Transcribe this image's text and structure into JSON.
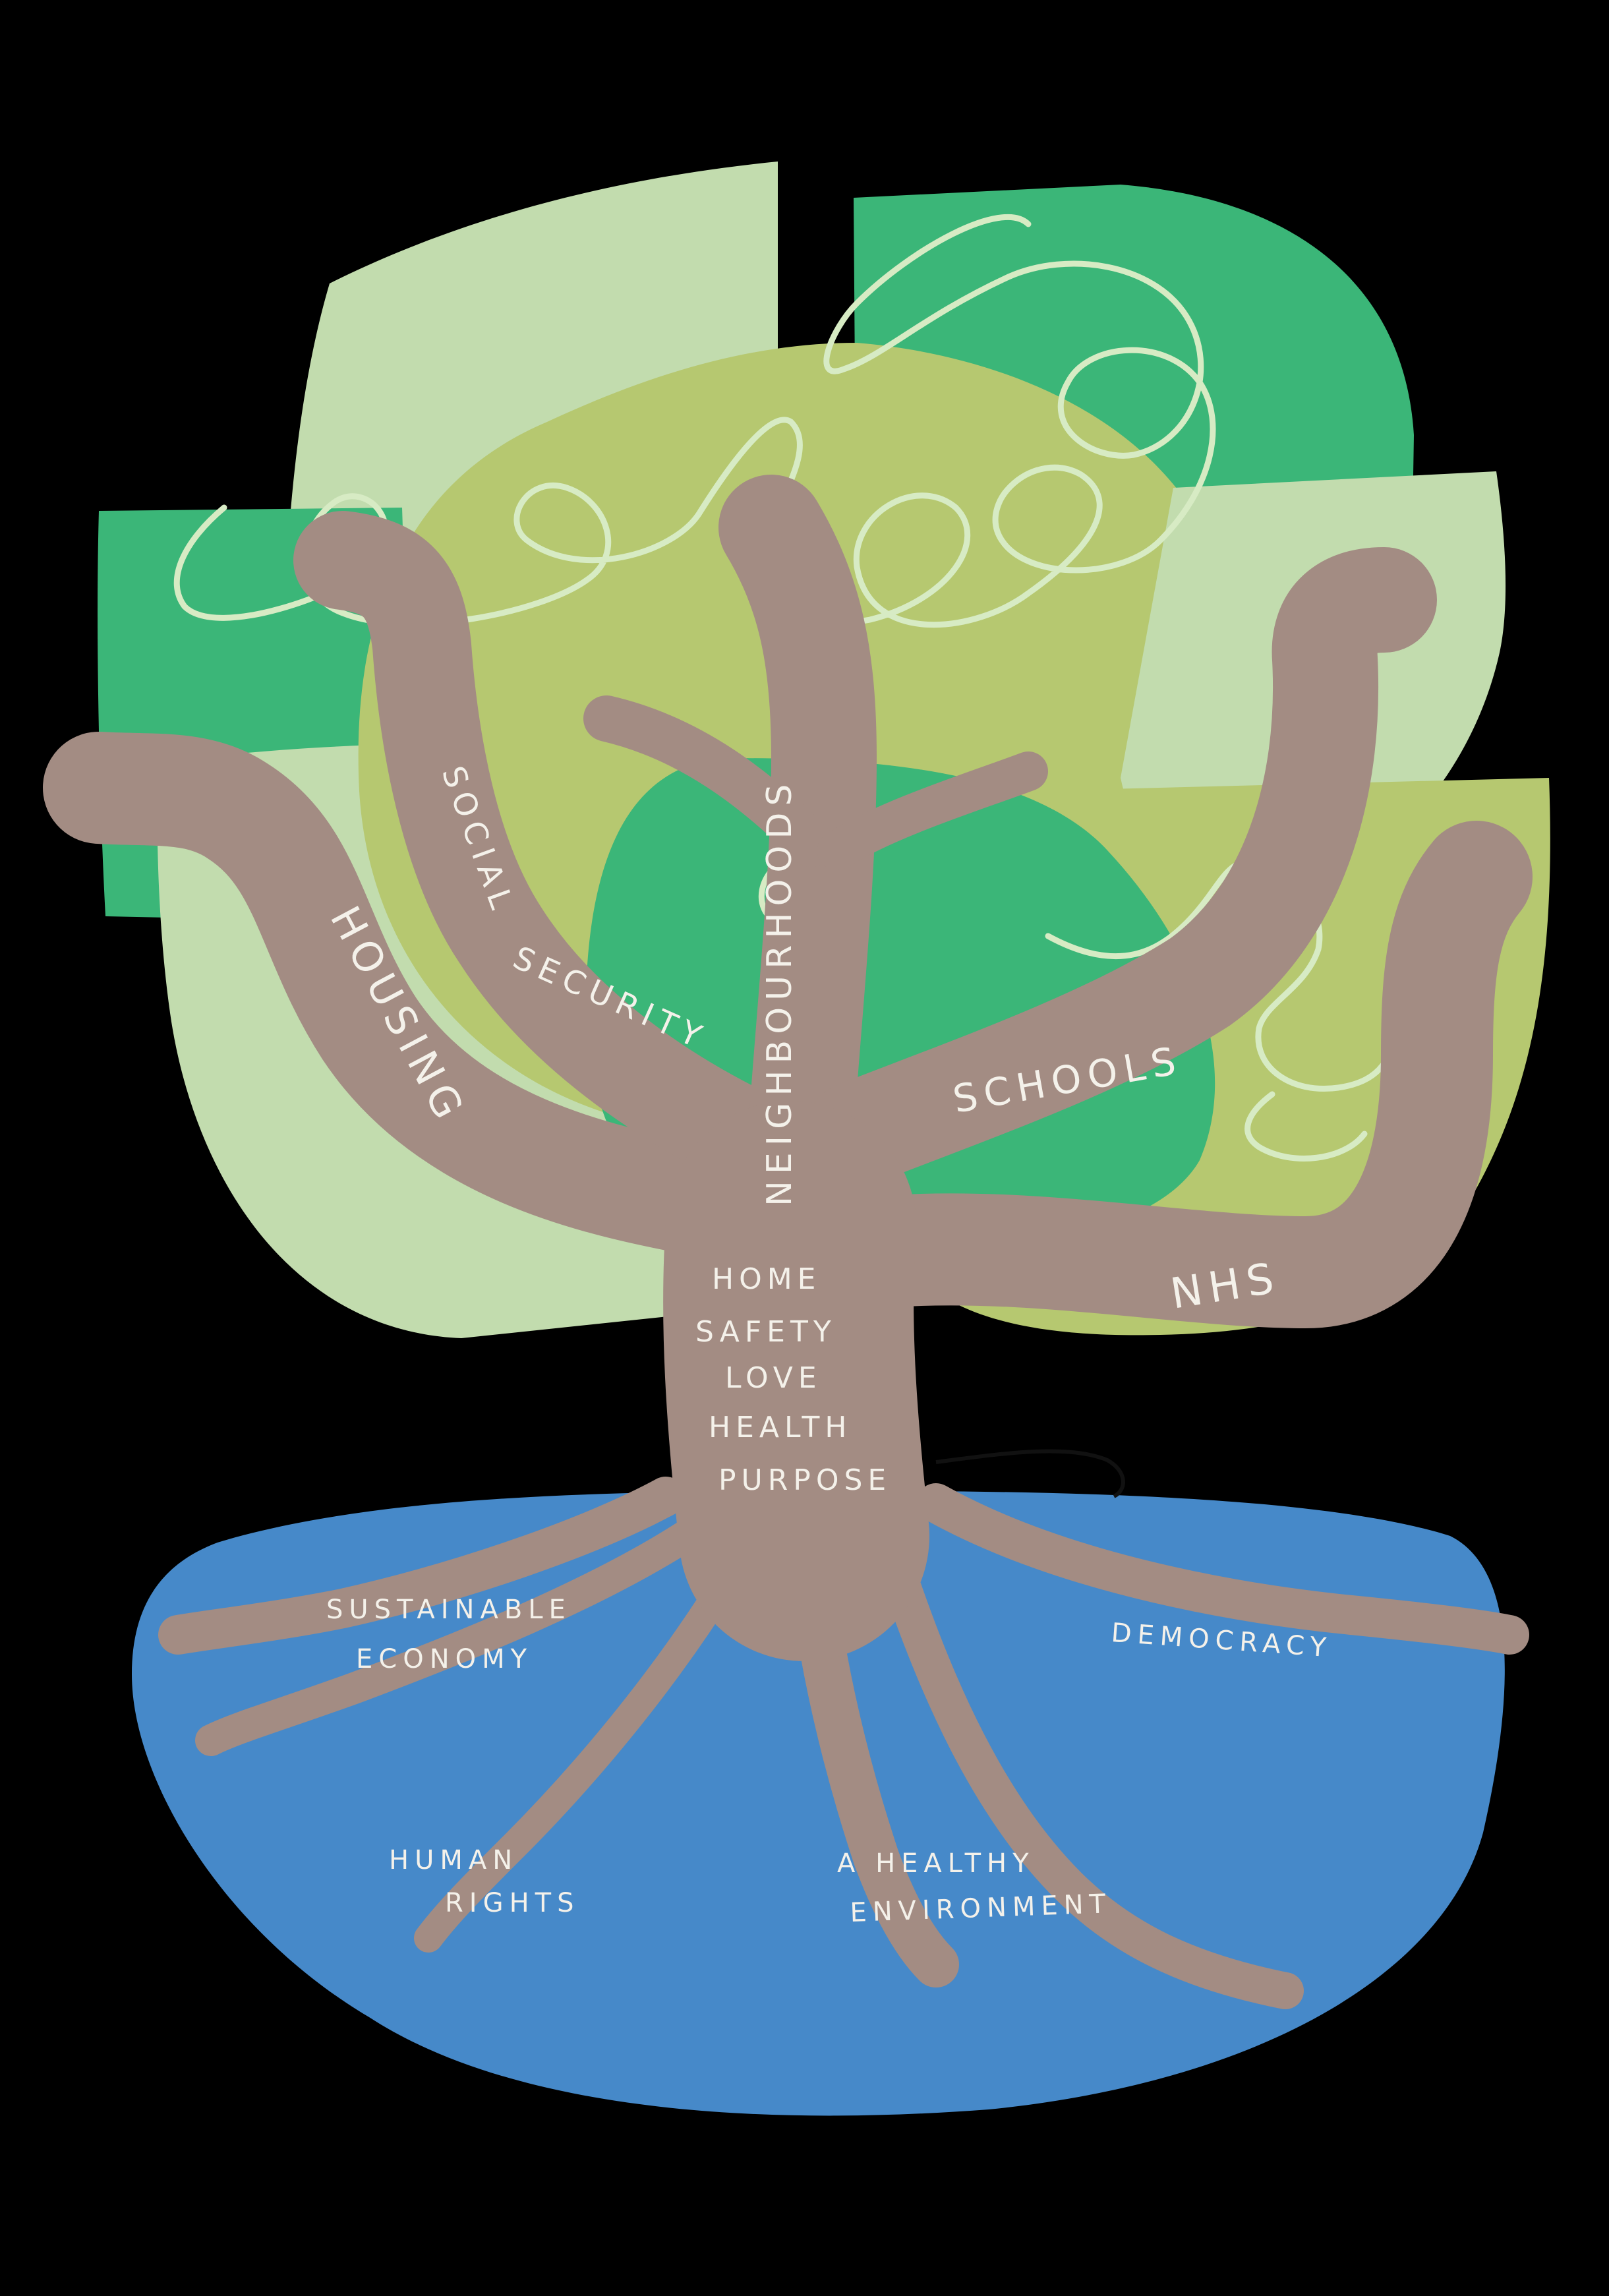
{
  "illustration": {
    "colors": {
      "background": "#000000",
      "canopy_light": "#c2dcae",
      "canopy_mid": "#3bb678",
      "canopy_olive": "#b6c870",
      "squiggle": "#d7ebc4",
      "trunk": "#a38c83",
      "water": "#4689c9",
      "text": "#f4f1ea"
    },
    "branches": {
      "housing": "HOUSING",
      "social": "SOCIAL",
      "security": "SECURITY",
      "neighbourhoods": "NEIGHBOURHOODS",
      "schools": "SCHOOLS",
      "nhs": "NHS"
    },
    "trunk_words": [
      "HOME",
      "SAFETY",
      "LOVE",
      "HEALTH",
      "PURPOSE"
    ],
    "roots": {
      "sustainable": "SUSTAINABLE",
      "economy": "ECONOMY",
      "democracy": "DEMOCRACY",
      "human": "HUMAN",
      "rights": "RIGHTS",
      "a_healthy": "A HEALTHY",
      "environment": "ENVIRONMENT"
    }
  }
}
